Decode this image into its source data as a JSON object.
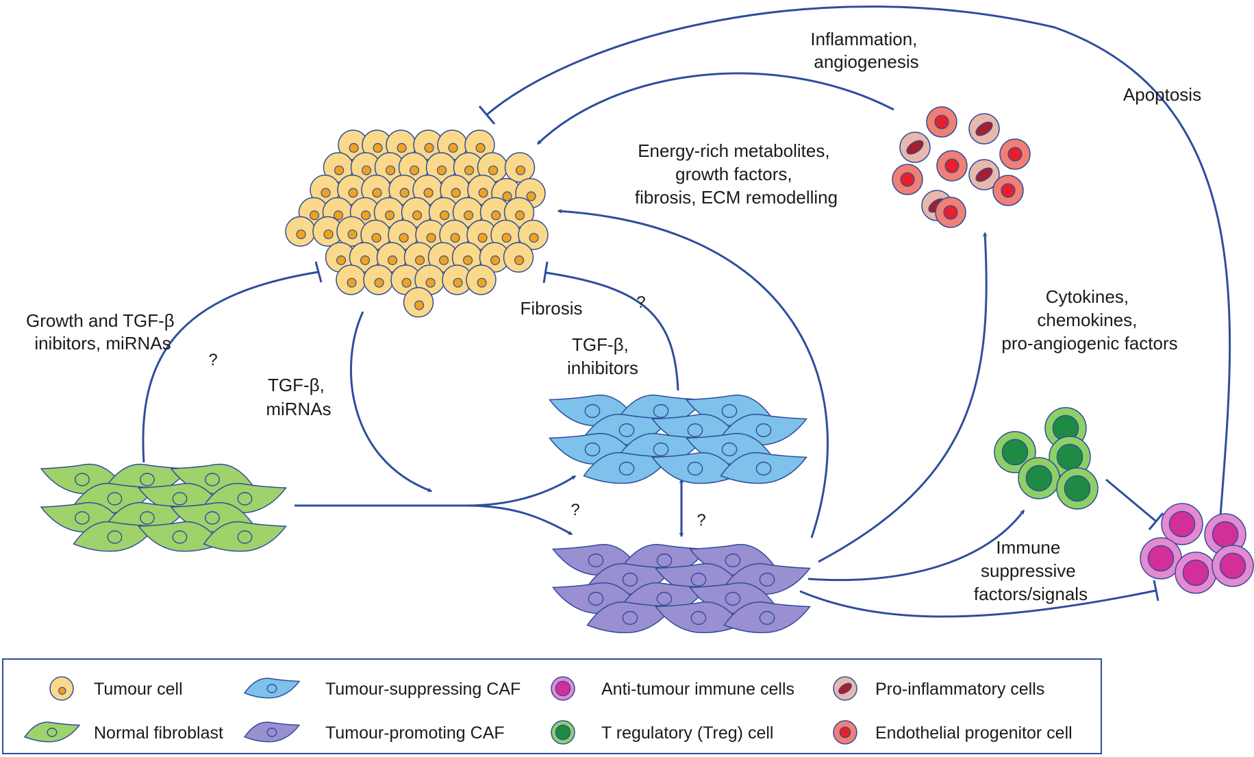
{
  "colors": {
    "arrow": "#2e4d9c",
    "tumour_fill": "#fbd98a",
    "tumour_nucleus": "#f0a21e",
    "normal_fibroblast": "#9fd26a",
    "suppressing_caf": "#7ec1ea",
    "promoting_caf": "#9a8fd0",
    "anti_tumour": "#e58ad0",
    "treg": "#8fd065",
    "pro_inflammatory": "#e9b8ac",
    "endothelial": "#f07f74",
    "legend_border": "#2e4d9c"
  },
  "labels": {
    "inflammation": [
      "Inflammation,",
      "angiogenesis"
    ],
    "apoptosis": "Apoptosis",
    "energy": [
      "Energy-rich metabolites,",
      "growth factors,",
      "fibrosis, ECM remodelling"
    ],
    "growth_inhibitors": [
      "Growth and TGF-β",
      "inibitors, miRNAs"
    ],
    "tgf_mirnas": [
      "TGF-β,",
      "miRNAs"
    ],
    "fibrosis": "Fibrosis",
    "tgf_inhibitors": [
      "TGF-β,",
      "inhibitors"
    ],
    "cytokines": [
      "Cytokines,",
      "chemokines,",
      "pro-angiogenic factors"
    ],
    "immune": [
      "Immune",
      "suppressive",
      "factors/signals"
    ],
    "question": "?"
  },
  "legend": [
    {
      "icon": "tumour-cell-icon",
      "label": "Tumour cell"
    },
    {
      "icon": "tumour-suppressing-caf-icon",
      "label": "Tumour-suppressing CAF"
    },
    {
      "icon": "anti-tumour-immune-cell-icon",
      "label": "Anti-tumour immune cells"
    },
    {
      "icon": "pro-inflammatory-cell-icon",
      "label": "Pro-inflammatory cells"
    },
    {
      "icon": "normal-fibroblast-icon",
      "label": "Normal fibroblast"
    },
    {
      "icon": "tumour-promoting-caf-icon",
      "label": "Tumour-promoting CAF"
    },
    {
      "icon": "treg-cell-icon",
      "label": "T regulatory (Treg) cell"
    },
    {
      "icon": "endothelial-progenitor-cell-icon",
      "label": "Endothelial progenitor cell"
    }
  ]
}
